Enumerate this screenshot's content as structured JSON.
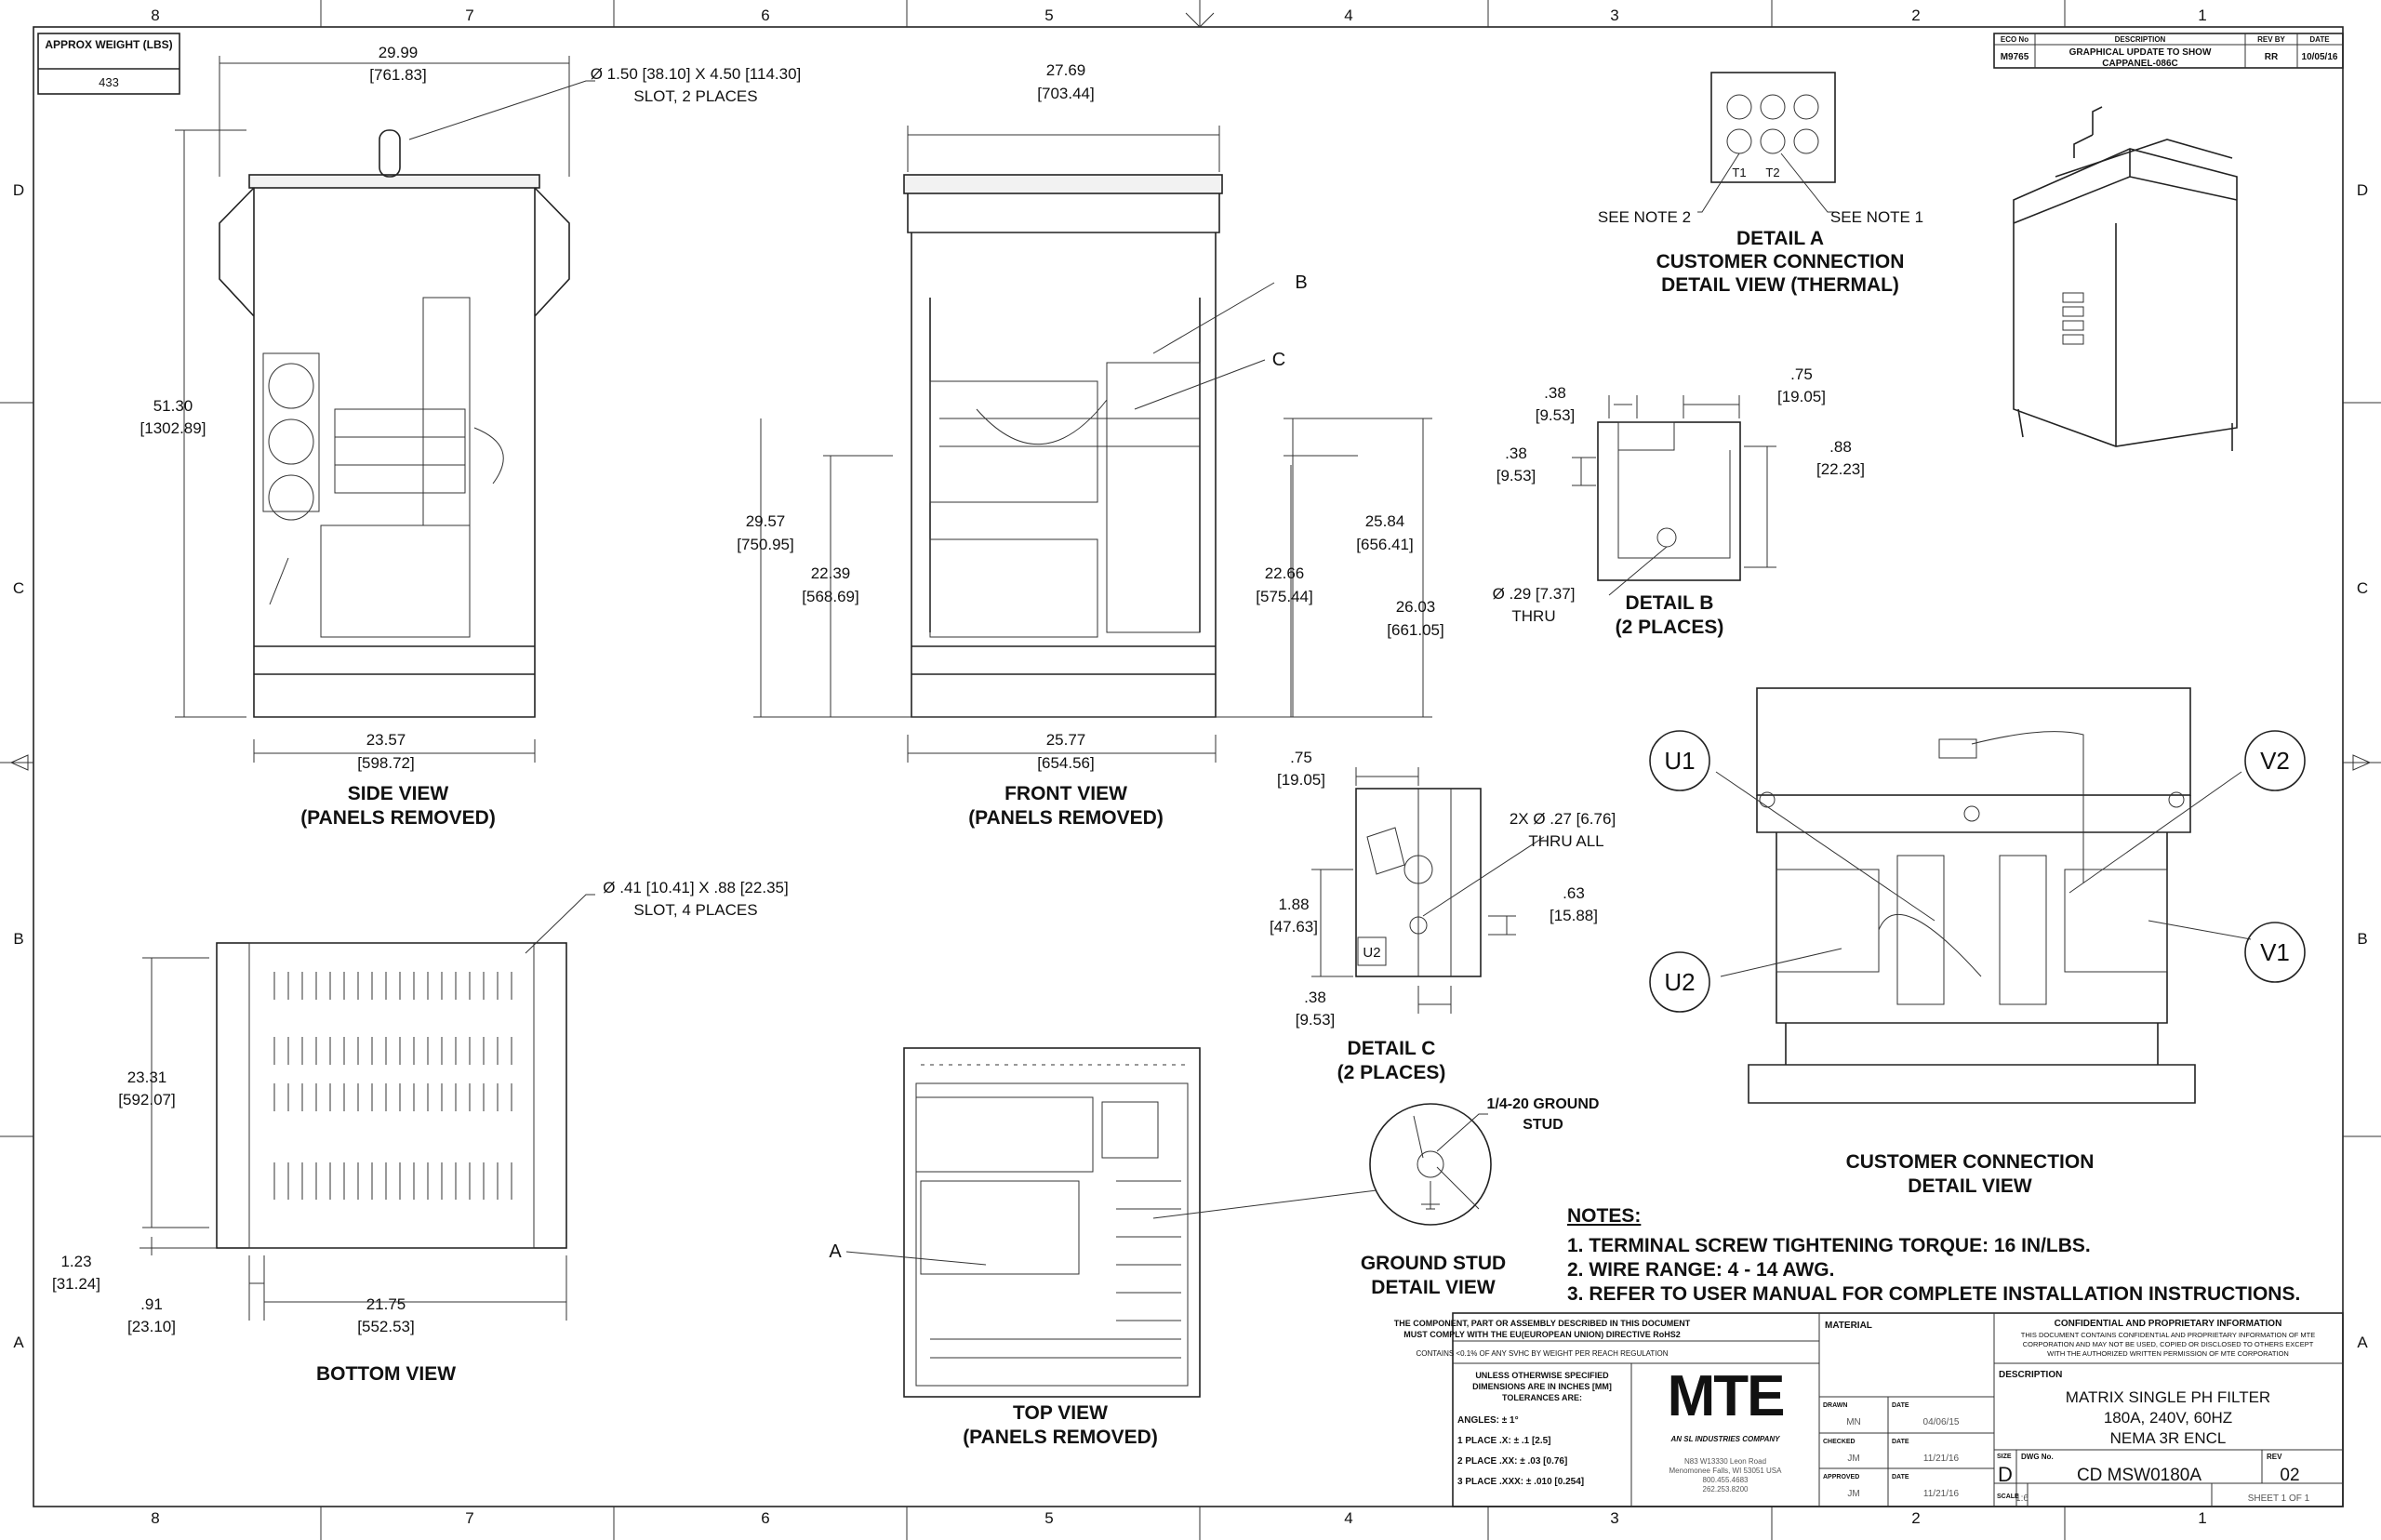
{
  "zones": {
    "columns": [
      "8",
      "7",
      "6",
      "5",
      "4",
      "3",
      "2",
      "1"
    ],
    "rows": [
      "D",
      "C",
      "B",
      "A"
    ]
  },
  "weight": {
    "label": "APPROX WEIGHT (LBS)",
    "value": "433"
  },
  "revision": {
    "headers": [
      "ECO No",
      "DESCRIPTION",
      "REV BY",
      "DATE"
    ],
    "row": {
      "eco": "M9765",
      "description_1": "GRAPHICAL UPDATE TO SHOW",
      "description_2": "CAPPANEL-086C",
      "rev_by": "RR",
      "date": "10/05/16"
    }
  },
  "views": {
    "side": {
      "title": "SIDE VIEW",
      "subtitle": "(PANELS REMOVED)",
      "dims": [
        {
          "in": "29.99",
          "mm": "[761.83]"
        },
        {
          "in": "51.30",
          "mm": "[1302.89]"
        },
        {
          "in": "23.57",
          "mm": "[598.72]"
        }
      ],
      "slot_note": "Ø 1.50 [38.10] X 4.50 [114.30]",
      "slot_note_2": "SLOT, 2 PLACES"
    },
    "front": {
      "title": "FRONT VIEW",
      "subtitle": "(PANELS REMOVED)",
      "dims": [
        {
          "in": "27.69",
          "mm": "[703.44]"
        },
        {
          "in": "29.57",
          "mm": "[750.95]"
        },
        {
          "in": "22.39",
          "mm": "[568.69]"
        },
        {
          "in": "22.66",
          "mm": "[575.44]"
        },
        {
          "in": "25.84",
          "mm": "[656.41]"
        },
        {
          "in": "26.03",
          "mm": "[661.05]"
        },
        {
          "in": "25.77",
          "mm": "[654.56]"
        }
      ],
      "callout_b": "B",
      "callout_c": "C"
    },
    "bottom": {
      "title": "BOTTOM VIEW",
      "slot_note": "Ø .41 [10.41] X .88 [22.35]",
      "slot_note_2": "SLOT, 4 PLACES",
      "dims": [
        {
          "in": "23.31",
          "mm": "[592.07]"
        },
        {
          "in": "1.23",
          "mm": "[31.24]"
        },
        {
          "in": ".91",
          "mm": "[23.10]"
        },
        {
          "in": "21.75",
          "mm": "[552.53]"
        }
      ]
    },
    "top": {
      "title": "TOP VIEW",
      "subtitle": "(PANELS REMOVED)",
      "callout_a": "A"
    },
    "detail_a": {
      "line1": "DETAIL A",
      "line2": "CUSTOMER CONNECTION",
      "line3": "DETAIL VIEW (THERMAL)",
      "note2": "SEE NOTE 2",
      "note1": "SEE NOTE 1",
      "t1": "T1",
      "t2": "T2"
    },
    "detail_b": {
      "title": "DETAIL B",
      "subtitle": "(2 PLACES)",
      "dims": [
        {
          "in": ".38",
          "mm": "[9.53]"
        },
        {
          "in": ".75",
          "mm": "[19.05]"
        },
        {
          "in": ".38",
          "mm": "[9.53]"
        },
        {
          "in": ".88",
          "mm": "[22.23]"
        }
      ],
      "hole": "Ø .29 [7.37]",
      "hole_2": "THRU"
    },
    "detail_c": {
      "title": "DETAIL C",
      "subtitle": "(2 PLACES)",
      "dims": [
        {
          "in": ".75",
          "mm": "[19.05]"
        },
        {
          "in": "1.88",
          "mm": "[47.63]"
        },
        {
          "in": ".63",
          "mm": "[15.88]"
        },
        {
          "in": ".38",
          "mm": "[9.53]"
        }
      ],
      "hole": "2X Ø .27 [6.76]",
      "hole_2": "THRU ALL",
      "terminal": "U2"
    },
    "ground": {
      "title": "GROUND STUD",
      "subtitle": "DETAIL VIEW",
      "callout_1": "1/4-20 GROUND",
      "callout_2": "STUD"
    },
    "customer": {
      "title": "CUSTOMER CONNECTION",
      "subtitle": "DETAIL VIEW",
      "terminals": [
        "U1",
        "V2",
        "U2",
        "V1"
      ]
    }
  },
  "notes": {
    "heading": "NOTES:",
    "items": [
      "1.  TERMINAL SCREW TIGHTENING TORQUE: 16 IN/LBS.",
      "2.  WIRE RANGE: 4 - 14 AWG.",
      "3.  REFER TO USER MANUAL FOR COMPLETE INSTALLATION INSTRUCTIONS."
    ]
  },
  "title_block": {
    "rohs_1": "THE COMPONENT, PART OR ASSEMBLY DESCRIBED IN THIS DOCUMENT",
    "rohs_2": "MUST COMPLY WITH THE EU(EUROPEAN UNION) DIRECTIVE RoHS2",
    "reach": "CONTAINS <0.1% OF ANY SVHC BY WEIGHT PER REACH REGULATION",
    "tol_1": "UNLESS OTHERWISE SPECIFIED",
    "tol_2": "DIMENSIONS ARE IN INCHES [MM]",
    "tol_3": "TOLERANCES ARE:",
    "angles": "ANGLES: ± 1°",
    "place1": "1 PLACE .X: ± .1 [2.5]",
    "place2": "2 PLACE .XX: ± .03 [0.76]",
    "place3": "3 PLACE .XXX: ± .010 [0.254]",
    "logo": "MTE",
    "logo_sub": "AN SL INDUSTRIES COMPANY",
    "address": [
      "N83 W13330 Leon Road",
      "Menomonee Falls, WI 53051 USA",
      "800.455.4683",
      "262.253.8200"
    ],
    "material_label": "MATERIAL",
    "drawn_label": "DRAWN",
    "drawn": "MN",
    "drawn_date": "04/06/15",
    "checked_label": "CHECKED",
    "checked": "JM",
    "checked_date": "11/21/16",
    "approved_label": "APPROVED",
    "approved": "JM",
    "approved_date": "11/21/16",
    "date_label": "DATE",
    "conf_title": "CONFIDENTIAL AND PROPRIETARY INFORMATION",
    "conf_1": "THIS DOCUMENT CONTAINS CONFIDENTIAL AND PROPRIETARY INFORMATION OF MTE",
    "conf_2": "CORPORATION AND MAY NOT BE USED, COPIED OR DISCLOSED TO OTHERS EXCEPT",
    "conf_3": "WITH THE AUTHORIZED WRITTEN PERMISSION OF MTE CORPORATION",
    "description_label": "DESCRIPTION",
    "description": [
      "MATRIX SINGLE PH FILTER",
      "180A, 240V, 60HZ",
      "NEMA 3R ENCL"
    ],
    "size_label": "SIZE",
    "size": "D",
    "dwg_label": "DWG No.",
    "dwg": "CD MSW0180A",
    "rev_label": "REV",
    "rev": "02",
    "scale_label": "SCALE",
    "scale": "1:6",
    "sheet": "SHEET 1  OF 1"
  }
}
